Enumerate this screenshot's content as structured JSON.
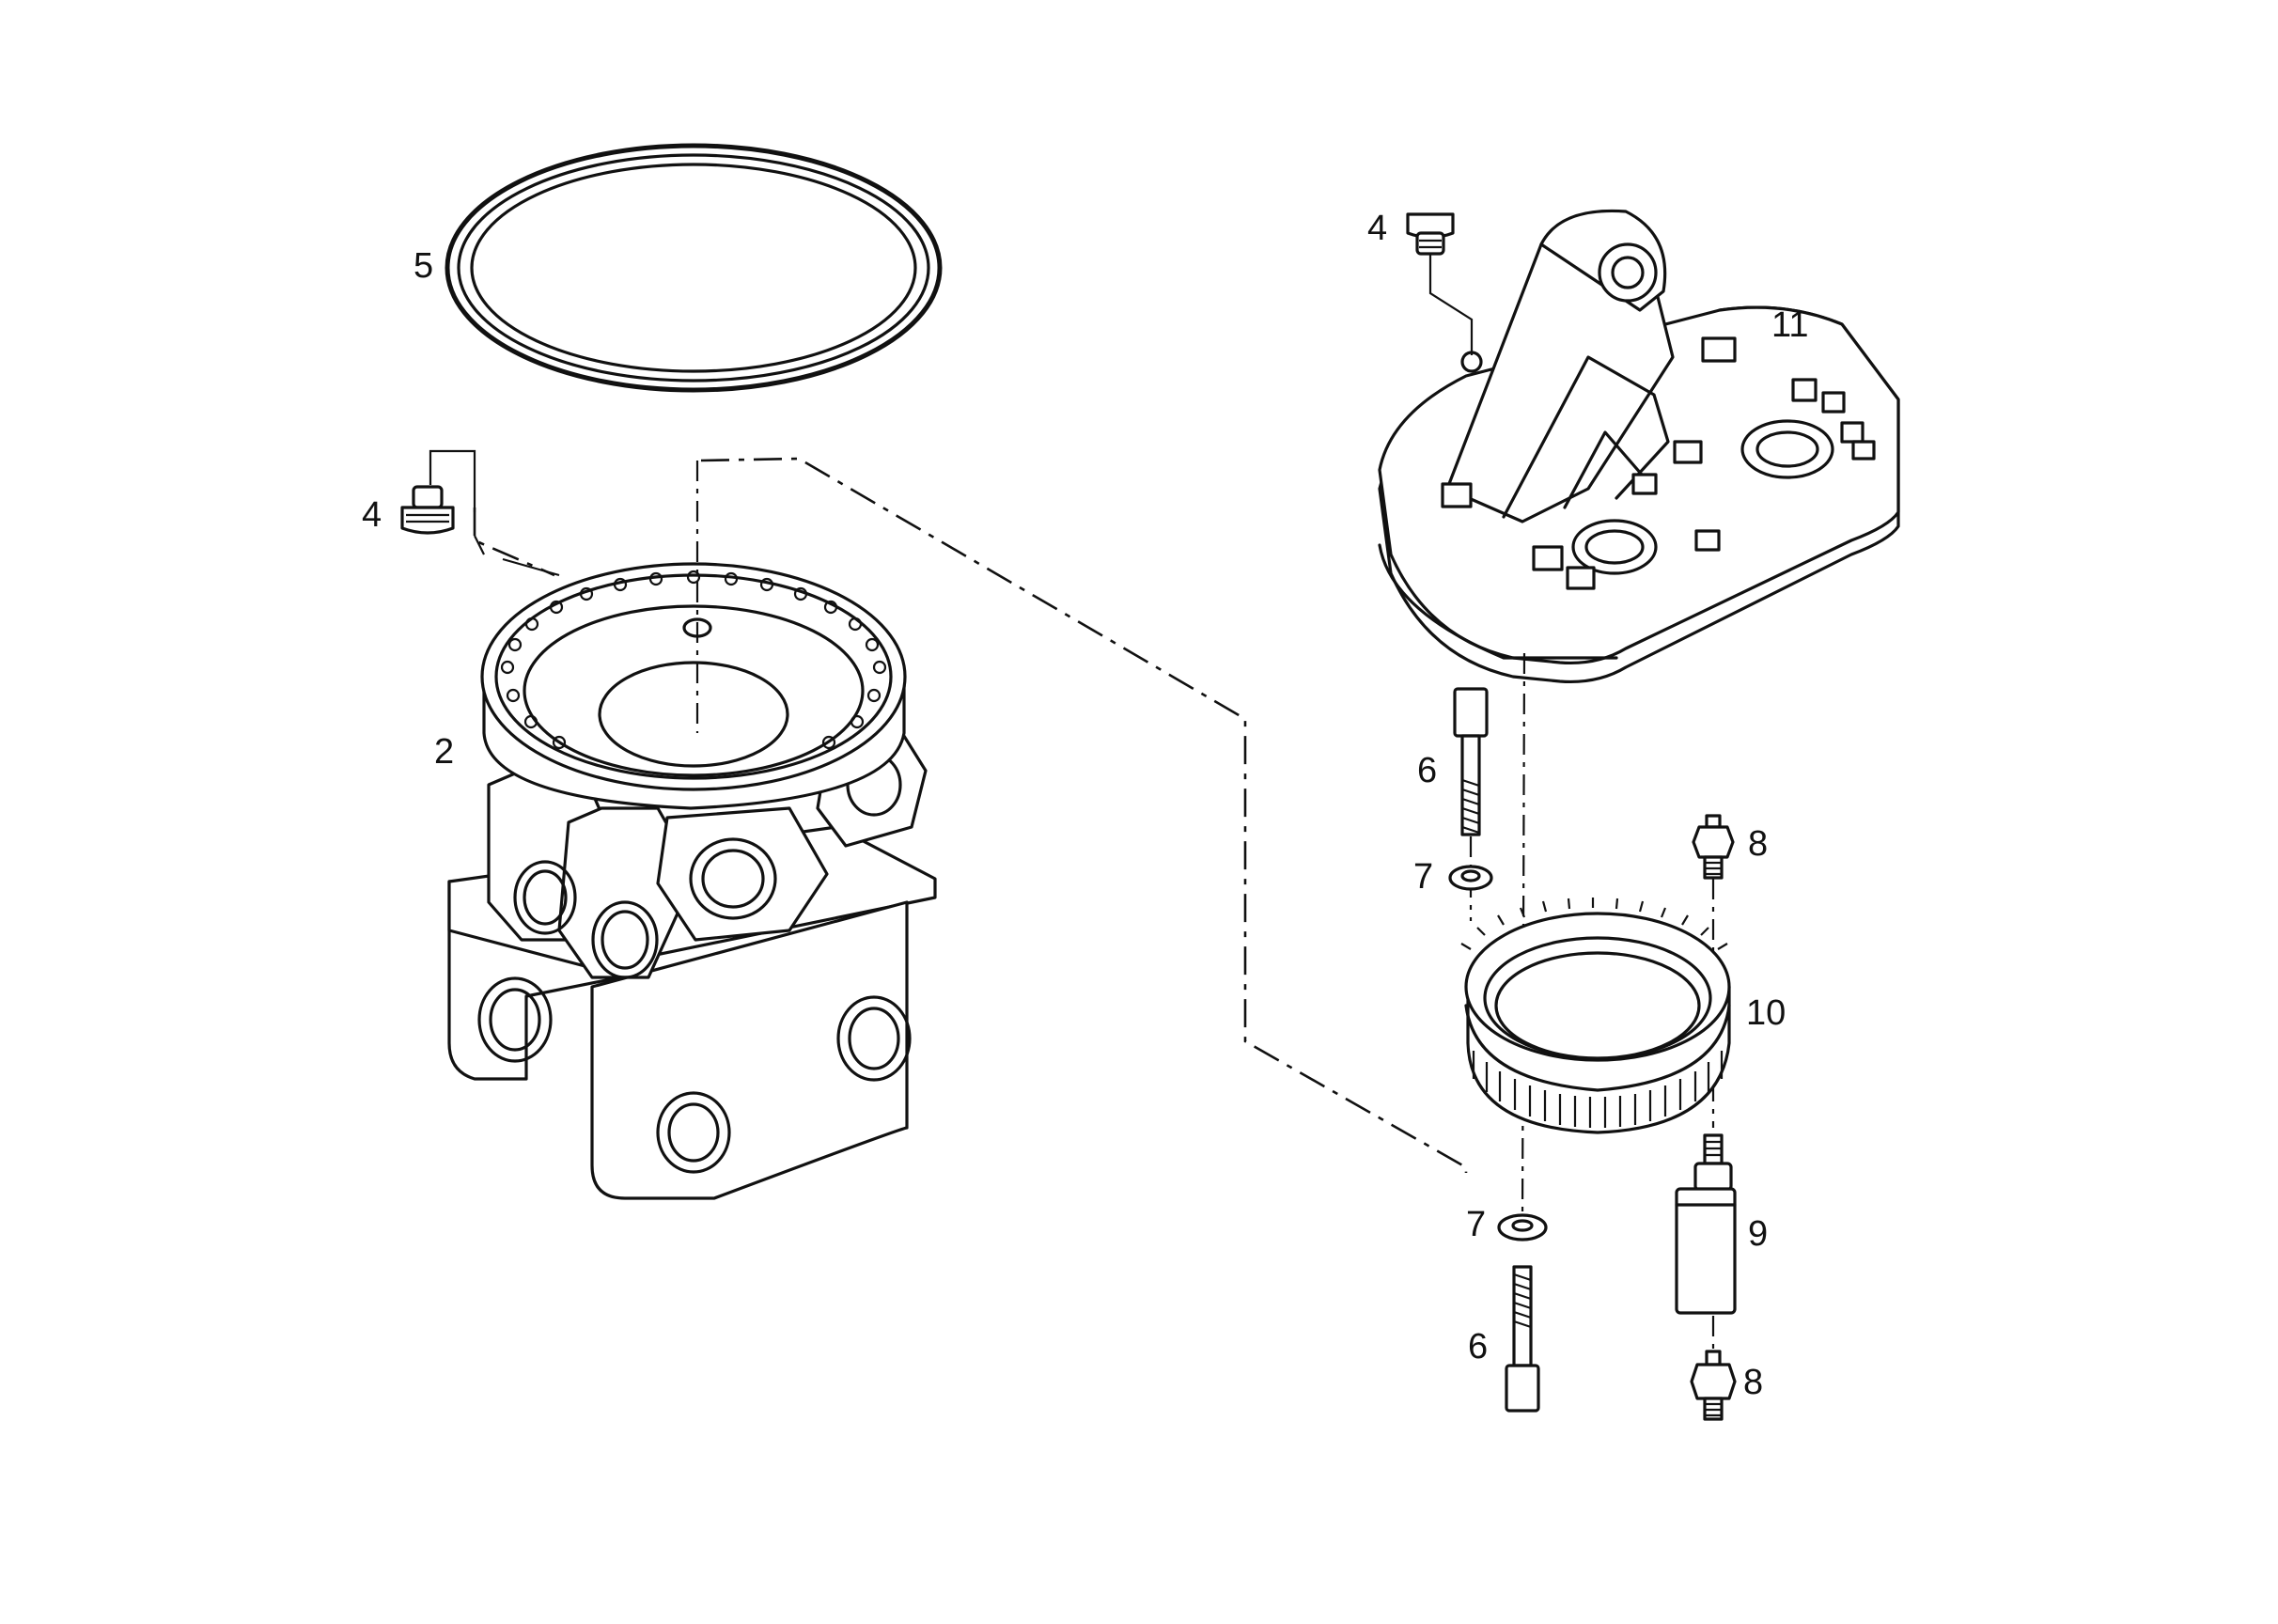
{
  "callouts": {
    "c2": "2",
    "c4a": "4",
    "c4b": "4",
    "c5": "5",
    "c6a": "6",
    "c6b": "6",
    "c7a": "7",
    "c7b": "7",
    "c8a": "8",
    "c8b": "8",
    "c9": "9",
    "c10": "10",
    "c11": "11"
  }
}
